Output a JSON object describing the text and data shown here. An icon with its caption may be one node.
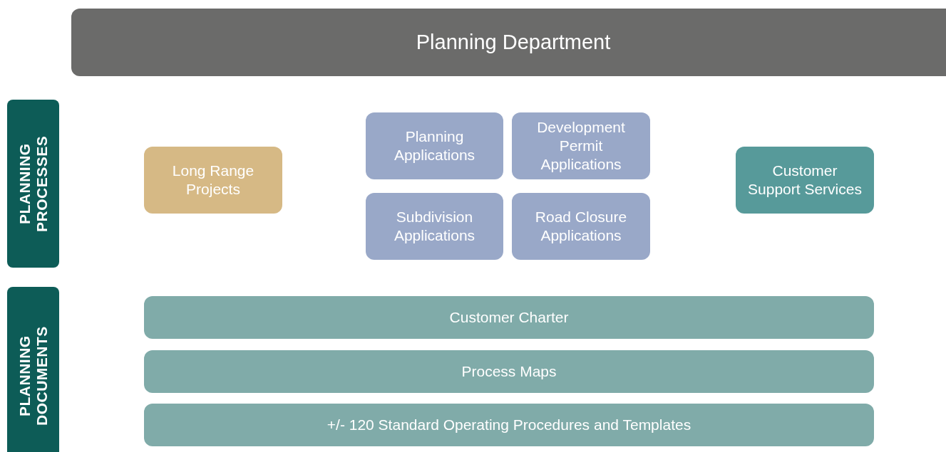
{
  "diagram": {
    "nodes": [
      {
        "text": [
          "Planning Department"
        ]
      },
      {
        "text": [
          "PLANNING PROCESSES"
        ]
      },
      {
        "text": [
          "Long Range Projects"
        ]
      },
      {
        "text": [
          "Planning Applications"
        ]
      },
      {
        "text": [
          "Development Permit Applications"
        ]
      },
      {
        "text": [
          "Subdivision Applications"
        ]
      },
      {
        "text": [
          "Road Closure Applications"
        ]
      },
      {
        "text": [
          "Customer Support Services"
        ]
      },
      {
        "text": [
          "PLANNING DOCUMENTS"
        ]
      },
      {
        "text": [
          "Customer Charter"
        ]
      },
      {
        "text": [
          "Process Maps"
        ]
      },
      {
        "text": [
          "+/- 120 Standard Operating Procedures and Templates"
        ]
      }
    ]
  }
}
